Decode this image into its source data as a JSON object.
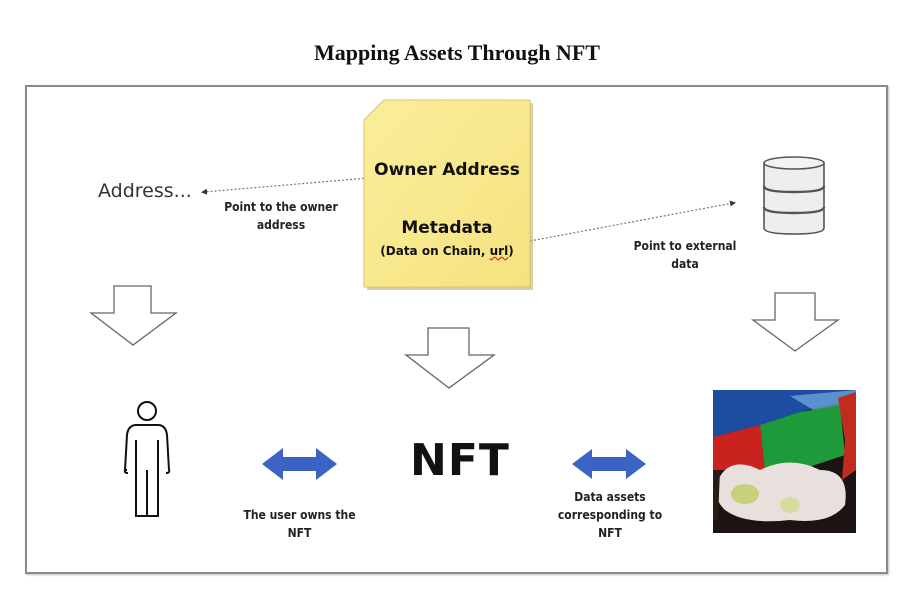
{
  "title": "Mapping Assets Through NFT",
  "card": {
    "owner_address": "Owner Address",
    "metadata": "Metadata",
    "metadata_detail_prefix": "(Data on Chain, ",
    "metadata_detail_url": "url",
    "metadata_detail_suffix": ")",
    "fill_color": "#f9e88f"
  },
  "left": {
    "address_label": "Address...",
    "pointer_caption_line1": "Point to the owner",
    "pointer_caption_line2": "address"
  },
  "right": {
    "pointer_caption_line1": "Point to external",
    "pointer_caption_line2": "data"
  },
  "center": {
    "nft_label": "NFT"
  },
  "relations": {
    "user_caption_line1": "The user owns the",
    "user_caption_line2": "NFT",
    "data_caption_line1": "Data assets",
    "data_caption_line2": "corresponding to",
    "data_caption_line3": "NFT",
    "arrow_color": "#3a63c4"
  },
  "icons": {
    "database": "database-icon",
    "person": "person-icon",
    "artwork": "artwork-image"
  }
}
